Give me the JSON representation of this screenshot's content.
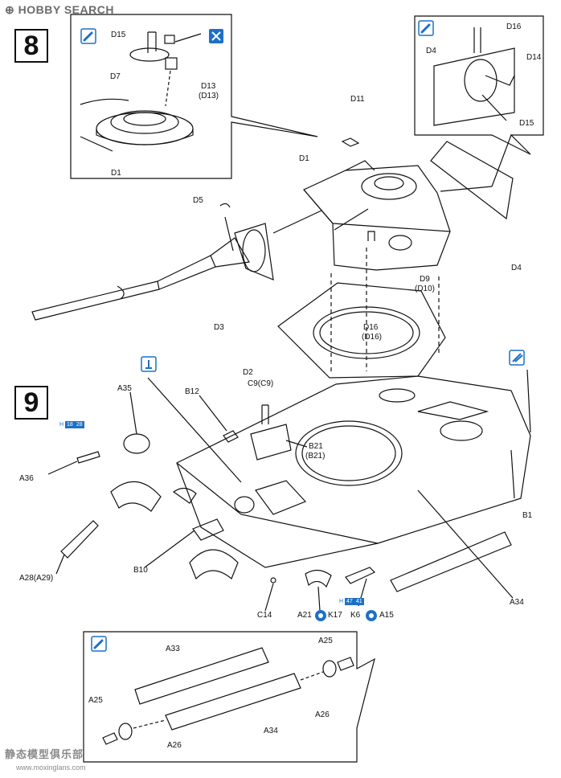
{
  "watermark": {
    "brand": "HOBBY SEARCH",
    "site": "静态模型俱乐部",
    "url": "www.moxinglans.com"
  },
  "steps": [
    {
      "number": "8"
    },
    {
      "number": "9"
    }
  ],
  "step8": {
    "labels": [
      "D15",
      "D7",
      "D13",
      "(D13)",
      "D1",
      "D16",
      "D4",
      "D14",
      "D15",
      "D11",
      "D1",
      "D5",
      "D3",
      "D9",
      "(D10)",
      "D16",
      "(D16)",
      "D2",
      "D4"
    ]
  },
  "step9": {
    "labels": [
      "A35",
      "B12",
      "C9(C9)",
      "B21",
      "(B21)",
      "A36",
      "B1",
      "A28(A29)",
      "B10",
      "C14",
      "A21",
      "K17",
      "K6",
      "A15",
      "A34"
    ],
    "refs": [
      {
        "prefix": "H",
        "a": "18",
        "b": "28"
      },
      {
        "prefix": "H",
        "a": "47",
        "b": "41"
      }
    ]
  },
  "inset9": {
    "labels": [
      "A33",
      "A25",
      "A26",
      "A34",
      "A25",
      "A26"
    ]
  },
  "icons": [
    "glue-icon",
    "remove-part-icon",
    "cement-icon",
    "paint-icon"
  ]
}
